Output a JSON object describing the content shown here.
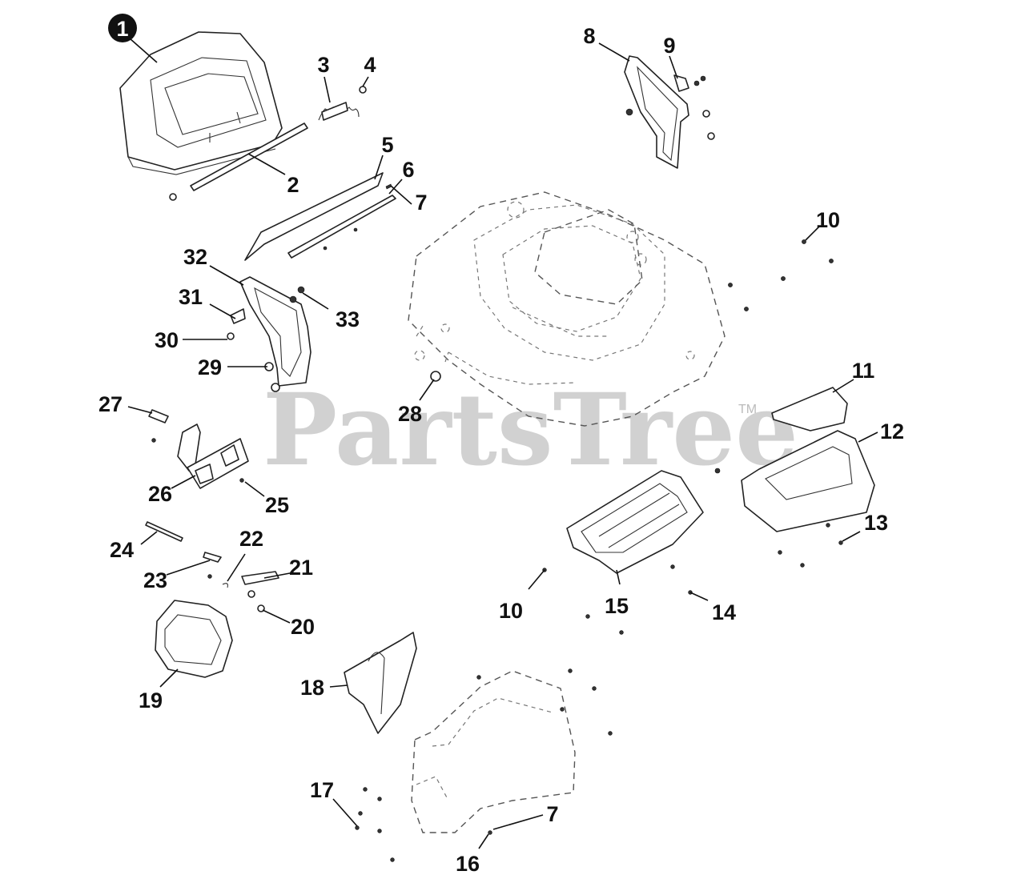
{
  "diagram": {
    "callouts": [
      {
        "id": "c1",
        "label": "1",
        "circled": true
      },
      {
        "id": "c2",
        "label": "2"
      },
      {
        "id": "c3",
        "label": "3"
      },
      {
        "id": "c4",
        "label": "4"
      },
      {
        "id": "c5",
        "label": "5"
      },
      {
        "id": "c6",
        "label": "6"
      },
      {
        "id": "c7a",
        "label": "7"
      },
      {
        "id": "c8",
        "label": "8"
      },
      {
        "id": "c9",
        "label": "9"
      },
      {
        "id": "c10a",
        "label": "10"
      },
      {
        "id": "c11",
        "label": "11"
      },
      {
        "id": "c12",
        "label": "12"
      },
      {
        "id": "c13",
        "label": "13"
      },
      {
        "id": "c10b",
        "label": "10"
      },
      {
        "id": "c14",
        "label": "14"
      },
      {
        "id": "c15",
        "label": "15"
      },
      {
        "id": "c16",
        "label": "16"
      },
      {
        "id": "c7b",
        "label": "7"
      },
      {
        "id": "c17",
        "label": "17"
      },
      {
        "id": "c18",
        "label": "18"
      },
      {
        "id": "c19",
        "label": "19"
      },
      {
        "id": "c20",
        "label": "20"
      },
      {
        "id": "c21",
        "label": "21"
      },
      {
        "id": "c22",
        "label": "22"
      },
      {
        "id": "c23",
        "label": "23"
      },
      {
        "id": "c24",
        "label": "24"
      },
      {
        "id": "c25",
        "label": "25"
      },
      {
        "id": "c26",
        "label": "26"
      },
      {
        "id": "c27",
        "label": "27"
      },
      {
        "id": "c28",
        "label": "28"
      },
      {
        "id": "c29",
        "label": "29"
      },
      {
        "id": "c30",
        "label": "30"
      },
      {
        "id": "c31",
        "label": "31"
      },
      {
        "id": "c32",
        "label": "32"
      },
      {
        "id": "c33",
        "label": "33"
      }
    ]
  },
  "watermark": {
    "text": "PartsTree",
    "trademark": "TM"
  }
}
